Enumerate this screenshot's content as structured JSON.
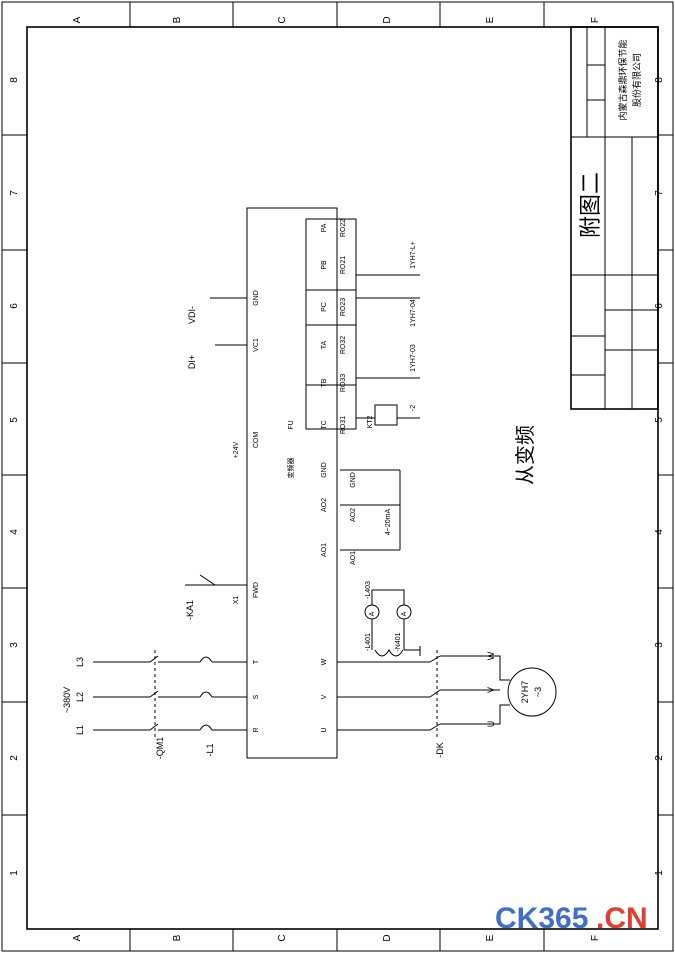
{
  "grid": {
    "letters": [
      "A",
      "B",
      "C",
      "D",
      "E",
      "F"
    ],
    "numbers": [
      "1",
      "2",
      "3",
      "4",
      "5",
      "6",
      "7",
      "8"
    ]
  },
  "title_block": {
    "drawing_title": "附图二",
    "company_line1": "内蒙古森鼎环保节能",
    "company_line2": "股份有限公司"
  },
  "supply": {
    "voltage": "~380V",
    "phases": [
      "L1",
      "L2",
      "L3"
    ],
    "breaker": "-QM1",
    "fuse": "-L1",
    "contactor": "-DK"
  },
  "motor": {
    "name": "2YH7",
    "phase": "~3",
    "terminals": [
      "U",
      "V",
      "W"
    ]
  },
  "inverter": {
    "inputs": [
      "R",
      "S",
      "T"
    ],
    "outputs": [
      "U",
      "V",
      "W"
    ],
    "left_terminals": [
      "GND",
      "VC1",
      "COM",
      "FWD"
    ],
    "x_label": "X1",
    "supply_24v": "+24V",
    "note": "变频器",
    "fault_relay": "FU",
    "relay_terminals": [
      "PA",
      "PB",
      "PC",
      "TA",
      "TB",
      "TC"
    ],
    "relay_codes": [
      "RO22",
      "RO21",
      "RO23",
      "RO32",
      "RO33",
      "RO31"
    ],
    "analog_terminals": [
      "GND",
      "AO2",
      "AO1"
    ]
  },
  "signals": {
    "vdi_minus": "VDI-",
    "di_plus": "DI+",
    "ka": "-KA1",
    "gnd": "GND",
    "ao2": "AO2",
    "ao1": "AO1",
    "range": "4~20mA",
    "kt": "KT2",
    "minus2": "-2",
    "w1": "1YH7-L+",
    "w2": "1YH7-04",
    "w3": "1YH7-03",
    "ct1": "-L401",
    "ct2": "-L403",
    "ct3": "-N401",
    "meter": "A"
  },
  "caption": "从变频",
  "watermark": {
    "part1": "CK365",
    "part2": ".CN"
  }
}
